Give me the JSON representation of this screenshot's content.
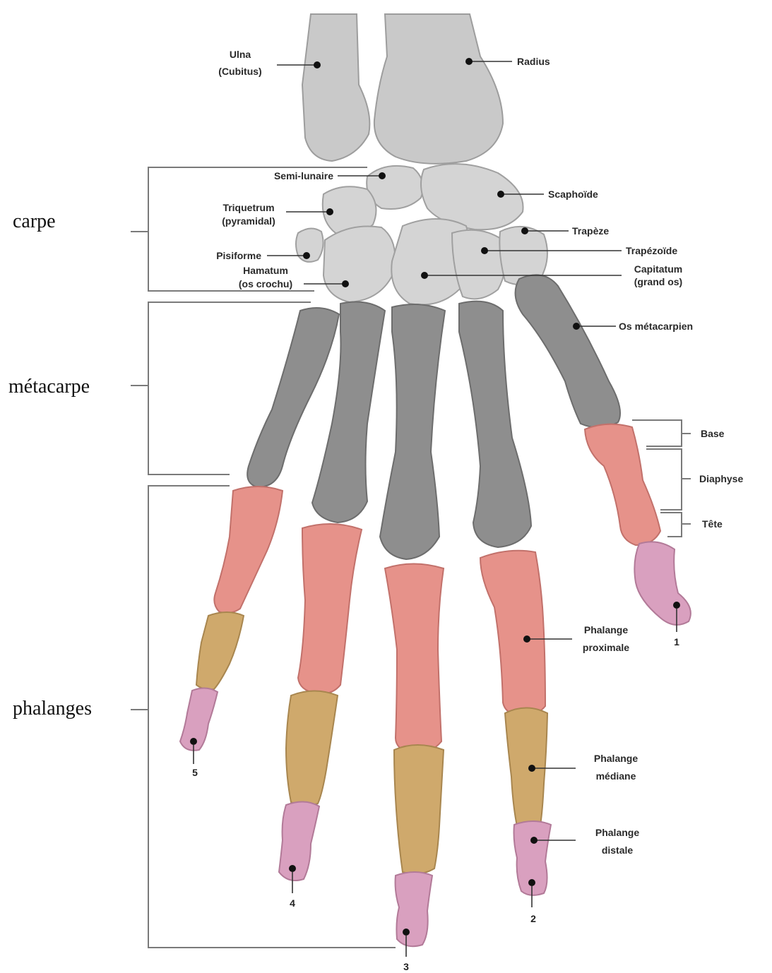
{
  "sections": {
    "carpe": "carpe",
    "metacarpe": "métacarpe",
    "phalanges": "phalanges"
  },
  "labels": {
    "ulna_1": "Ulna",
    "ulna_2": "(Cubitus)",
    "radius": "Radius",
    "semilunaire": "Semi-lunaire",
    "scaphoide": "Scaphoïde",
    "triquetrum_1": "Triquetrum",
    "triquetrum_2": "(pyramidal)",
    "trapeze": "Trapèze",
    "pisiforme": "Pisiforme",
    "trapezoide": "Trapézoïde",
    "hamatum_1": "Hamatum",
    "hamatum_2": "(os crochu)",
    "capitatum_1": "Capitatum",
    "capitatum_2": "(grand os)",
    "os_metacarpien": "Os métacarpien",
    "base": "Base",
    "diaphyse": "Diaphyse",
    "tete": "Tête",
    "phal_prox_1": "Phalange",
    "phal_prox_2": "proximale",
    "phal_med_1": "Phalange",
    "phal_med_2": "médiane",
    "phal_dist_1": "Phalange",
    "phal_dist_2": "distale"
  },
  "finger_numbers": [
    "1",
    "2",
    "3",
    "4",
    "5"
  ],
  "colors": {
    "forearm": "#c9c9c9",
    "carpal": "#d4d4d4",
    "metacarpal": "#8e8e8e",
    "proximal_phalanx": "#e6928a",
    "middle_phalanx": "#cfa96c",
    "distal_phalanx": "#d9a0bf"
  }
}
